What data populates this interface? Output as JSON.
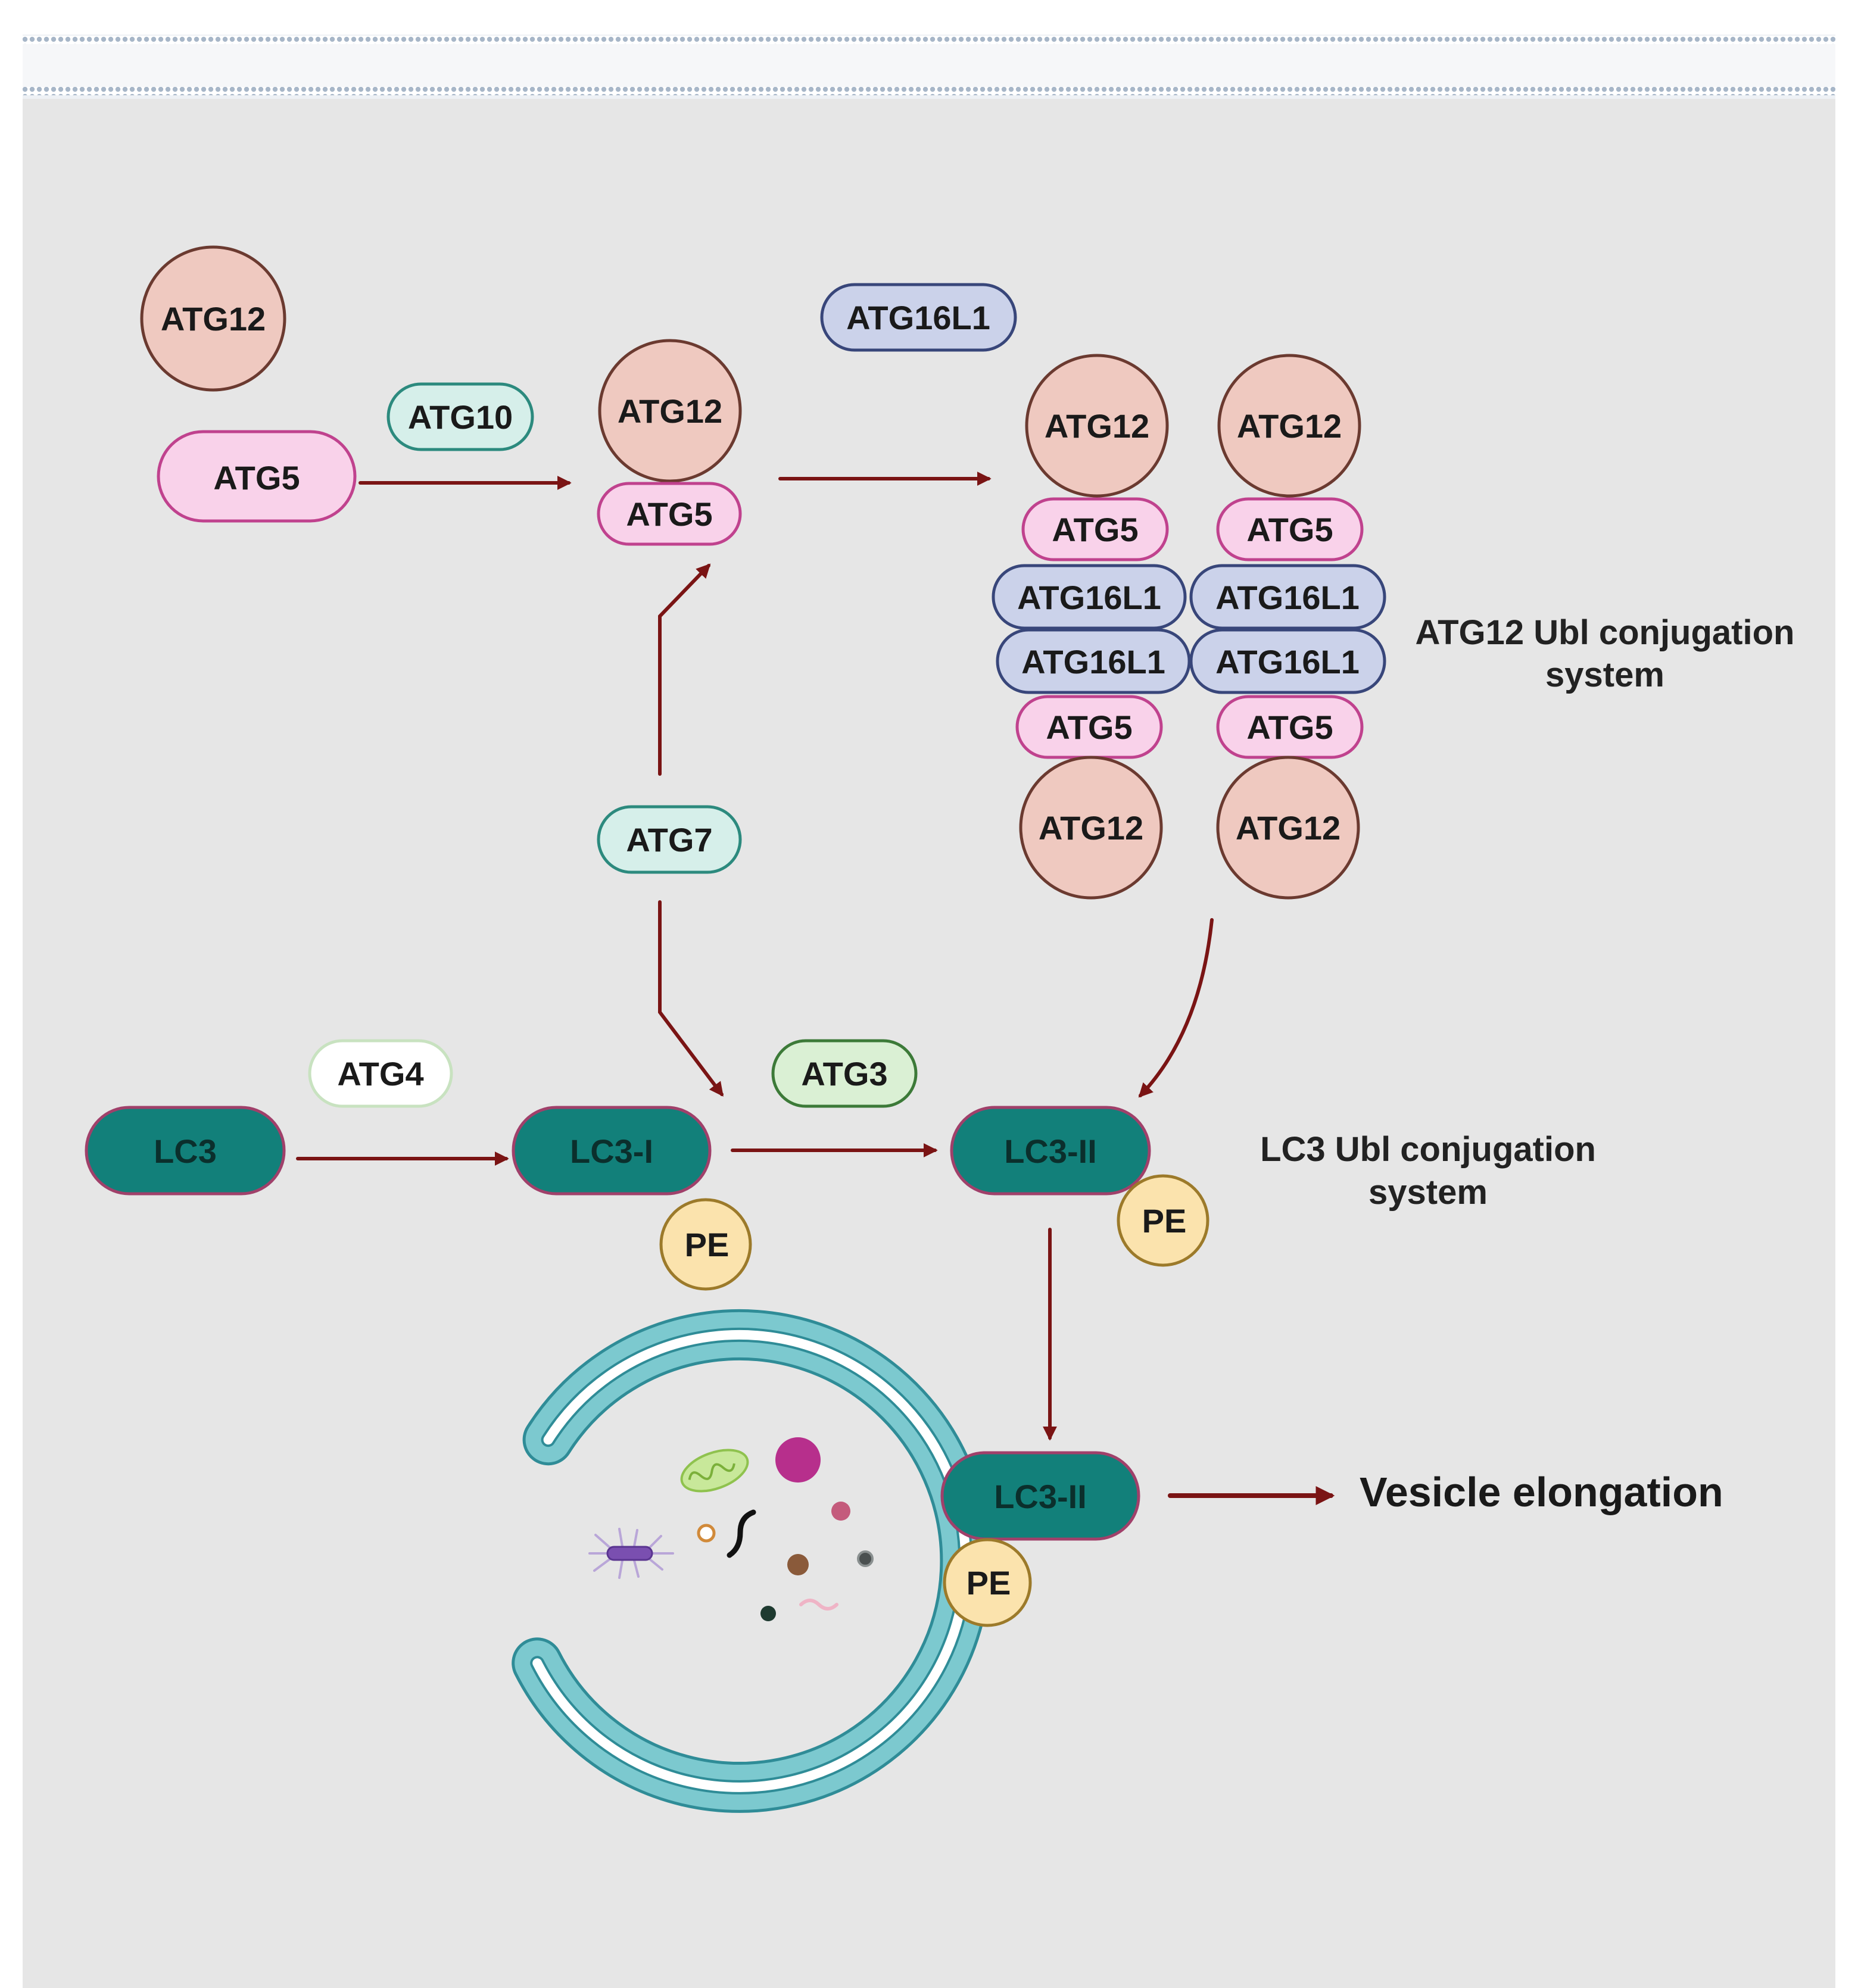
{
  "labels": {
    "atg12": "ATG12",
    "atg5": "ATG5",
    "atg10": "ATG10",
    "atg16l1": "ATG16L1",
    "atg7": "ATG7",
    "atg4": "ATG4",
    "atg3": "ATG3",
    "lc3": "LC3",
    "lc3_i": "LC3-I",
    "lc3_ii": "LC3-II",
    "pe": "PE"
  },
  "annotations": {
    "atg12_system_line1": "ATG12 Ubl conjugation",
    "atg12_system_line2": "system",
    "lc3_system_line1": "LC3 Ubl conjugation",
    "lc3_system_line2": "system",
    "outcome": "Vesicle elongation"
  },
  "colors": {
    "background": "#e6e6e6",
    "arrow": "#7a1414",
    "atg12_fill": "#efc9c0",
    "atg5_fill": "#f9d2ea",
    "atg5_stroke": "#c0428e",
    "atg16l1_fill": "#cbd2ea",
    "atg10_atg7_fill": "#d6efea",
    "atg3_fill": "#daf0d4",
    "lc3_fill": "#12807a",
    "lc3_stroke": "#a0406a",
    "pe_fill": "#fbe3ad",
    "phagophore_fill": "#78c6cc"
  }
}
